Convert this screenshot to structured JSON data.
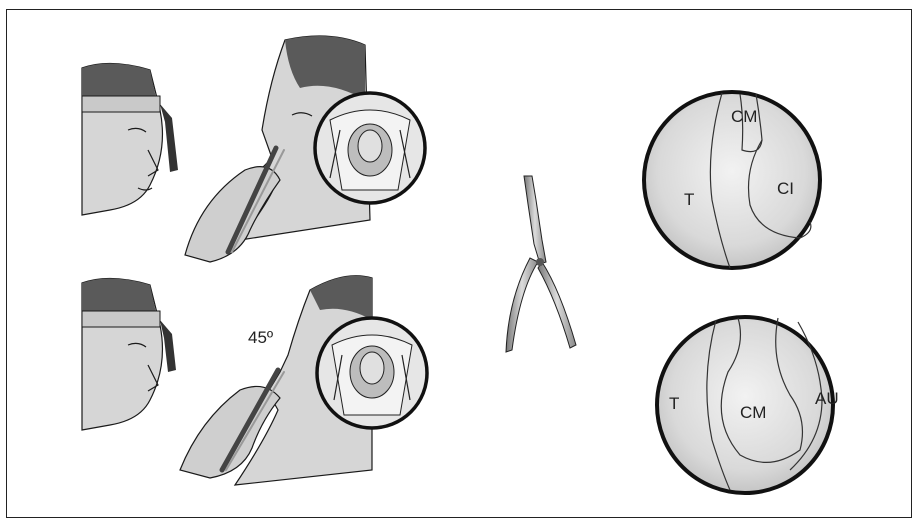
{
  "figure": {
    "angle_label": "45º",
    "endoscopic_views": [
      {
        "labels": {
          "t": "T",
          "cm": "CM",
          "ci": "CI"
        }
      },
      {
        "labels": {
          "t": "T",
          "cm": "CM",
          "au": "AU"
        }
      }
    ]
  },
  "colors": {
    "skin": "#d6d6d6",
    "skin_shadow": "#a9a9a9",
    "hair": "#5a5a5a",
    "headband": "#c9c9c9",
    "outline": "#1a1a1a",
    "circle_fill": "#dcdcdc"
  }
}
